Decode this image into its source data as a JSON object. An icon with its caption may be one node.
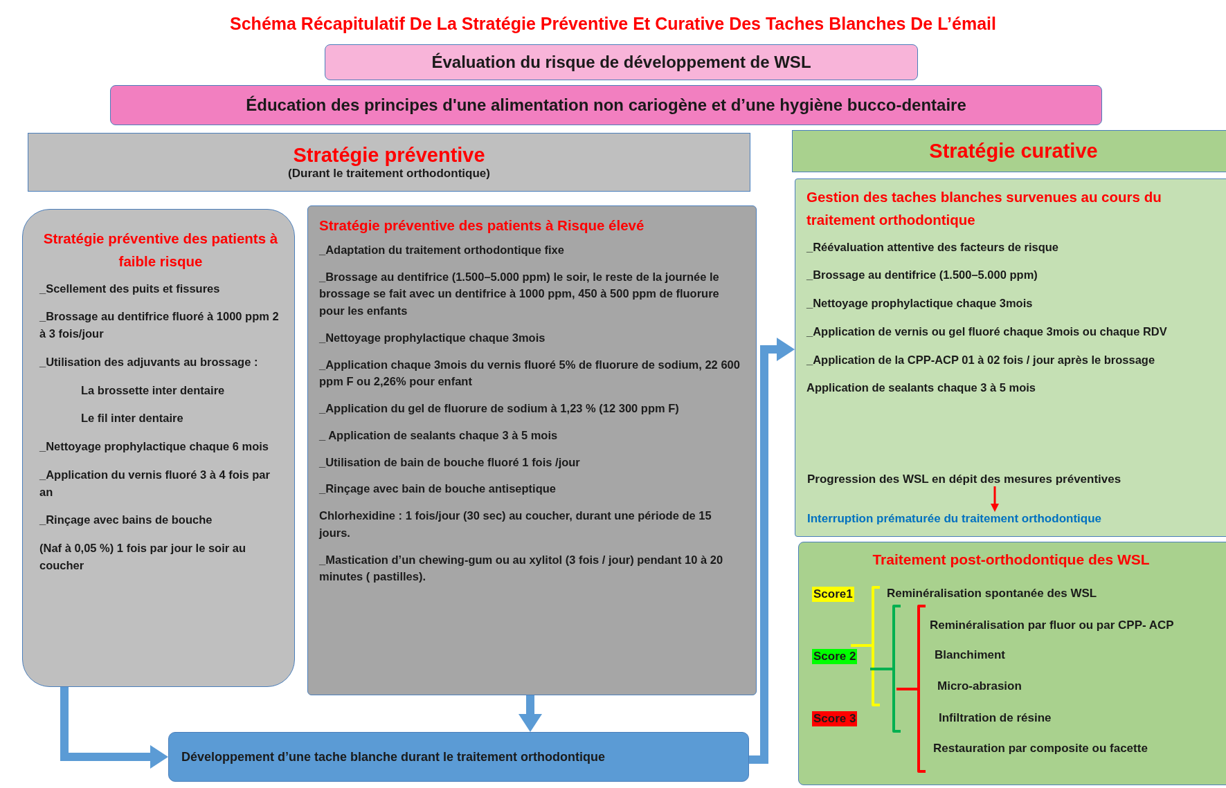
{
  "diagram": {
    "title": "Schéma Récapitulatif De La Stratégie Préventive Et Curative Des Taches Blanches De L’émail",
    "nodes": [
      {
        "text": [
          "Évaluation du risque de développement de WSL"
        ]
      },
      {
        "text": [
          "Éducation des principes d'une alimentation non cariogène et d’une hygiène bucco-dentaire"
        ]
      },
      {
        "text": [
          "Stratégie préventive",
          "(Durant le traitement orthodontique)"
        ]
      },
      {
        "text": [
          "Stratégie curative"
        ]
      },
      {
        "text": [
          "Stratégie préventive des patients à faible risque",
          "_Scellement des puits et fissures",
          "_Brossage au dentifrice fluoré à 1000 ppm 2 à 3 fois/jour",
          "_Utilisation des adjuvants au brossage :",
          "La brossette inter dentaire",
          "Le fil inter dentaire",
          "_Nettoyage prophylactique chaque 6 mois",
          "_Application du vernis fluoré 3 à 4 fois par an",
          "_Rinçage avec bains de bouche",
          "(Naf à 0,05 %) 1 fois par jour le soir au coucher"
        ]
      },
      {
        "text": [
          "Stratégie préventive des patients à Risque élevé",
          "_Adaptation du traitement orthodontique fixe",
          "_Brossage au dentifrice (1.500–5.000 ppm) le soir, le reste de la journée le brossage se fait avec un dentifrice à 1000 ppm, 450 à 500 ppm de fluorure pour les enfants",
          "_Nettoyage prophylactique chaque 3mois",
          "_Application chaque 3mois du vernis fluoré 5% de fluorure de sodium, 22 600 ppm F ou 2,26% pour enfant",
          "_Application du gel de fluorure de sodium à 1,23 % (12 300 ppm F)",
          "_ Application de sealants chaque 3 à 5 mois",
          "_Utilisation de bain de bouche fluoré 1 fois /jour",
          "_Rinçage avec bain de bouche antiseptique",
          "Chlorhexidine : 1 fois/jour (30 sec) au coucher, durant une période de 15 jours.",
          "_Mastication d’un chewing-gum ou au xylitol (3 fois / jour) pendant 10 à 20 minutes ( pastilles)."
        ]
      },
      {
        "text": [
          "Gestion des taches blanches survenues au cours du traitement orthodontique",
          "_Réévaluation attentive des facteurs de risque",
          "_Brossage au dentifrice (1.500–5.000 ppm)",
          "_Nettoyage prophylactique chaque 3mois",
          "_Application de vernis ou gel fluoré chaque 3mois ou chaque RDV",
          "_Application de la CPP-ACP 01 à 02 fois / jour après le brossage",
          "Application de sealants chaque 3 à 5 mois"
        ]
      },
      {
        "text": [
          "Progression des WSL en dépit des mesures préventives"
        ],
        "in": 6
      },
      {
        "text": [
          "Interruption prématurée du traitement orthodontique"
        ],
        "in": 6
      },
      {
        "text": [
          "Traitement post-orthodontique des WSL",
          "Score1",
          "Reminéralisation spontanée des WSL",
          "Reminéralisation par fluor ou par CPP- ACP",
          "Score 2",
          "Blanchiment",
          "Micro-abrasion",
          "Score 3",
          "Infiltration de résine",
          "Restauration par composite ou facette"
        ]
      },
      {
        "text": [
          "Développement d’une tache blanche durant le traitement orthodontique"
        ]
      }
    ],
    "edges": [
      {
        "from": 4,
        "to": 10,
        "arrow": "to"
      },
      {
        "from": 5,
        "to": 10,
        "arrow": "to"
      },
      {
        "from": 10,
        "to": 6,
        "arrow": "to"
      },
      {
        "from": 7,
        "to": 8,
        "arrow": "to",
        "color": "#ff0000"
      }
    ]
  }
}
